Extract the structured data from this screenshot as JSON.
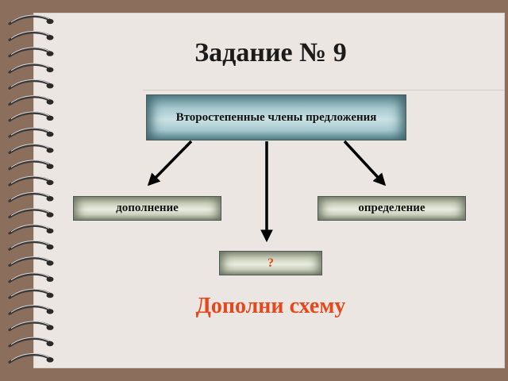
{
  "title": "Задание № 9",
  "diagram": {
    "root": "Второстепенные члены предложения",
    "left_child": "дополнение",
    "right_child": "определение",
    "middle_child": "?"
  },
  "instruction": "Дополни схему",
  "colors": {
    "frame": "#8b6f5c",
    "page": "#ebe6e1",
    "root_box": "#a7c9cf",
    "leaf_box": "#c9cfbc",
    "accent": "#e7471a"
  }
}
